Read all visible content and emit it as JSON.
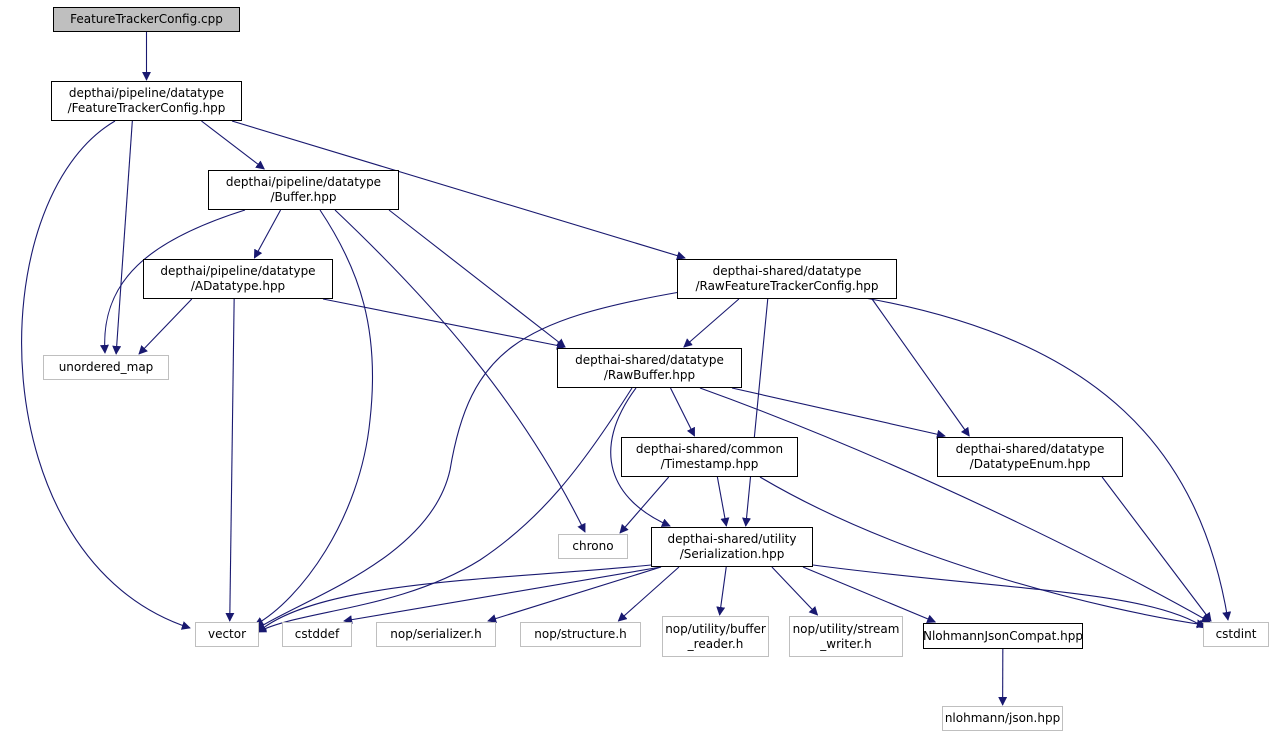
{
  "colors": {
    "edge": "#191970",
    "root_fill": "#bfbfbf",
    "external_border": "#bfbfbf",
    "local_border": "#000000"
  },
  "nodes": {
    "cpp": {
      "label": "FeatureTrackerConfig.cpp",
      "kind": "root"
    },
    "ftc_hpp": {
      "label": "depthai/pipeline/datatype\n/FeatureTrackerConfig.hpp",
      "kind": "local"
    },
    "buffer": {
      "label": "depthai/pipeline/datatype\n/Buffer.hpp",
      "kind": "local"
    },
    "raw_ftc": {
      "label": "depthai-shared/datatype\n/RawFeatureTrackerConfig.hpp",
      "kind": "local"
    },
    "adatatype": {
      "label": "depthai/pipeline/datatype\n/ADatatype.hpp",
      "kind": "local"
    },
    "unordered_map": {
      "label": "unordered_map",
      "kind": "external"
    },
    "rawbuffer": {
      "label": "depthai-shared/datatype\n/RawBuffer.hpp",
      "kind": "local"
    },
    "timestamp": {
      "label": "depthai-shared/common\n/Timestamp.hpp",
      "kind": "local"
    },
    "datatypeenum": {
      "label": "depthai-shared/datatype\n/DatatypeEnum.hpp",
      "kind": "local"
    },
    "chrono": {
      "label": "chrono",
      "kind": "external"
    },
    "serialization": {
      "label": "depthai-shared/utility\n/Serialization.hpp",
      "kind": "local"
    },
    "vector": {
      "label": "vector",
      "kind": "external"
    },
    "cstddef": {
      "label": "cstddef",
      "kind": "external"
    },
    "nop_serializer": {
      "label": "nop/serializer.h",
      "kind": "external"
    },
    "nop_structure": {
      "label": "nop/structure.h",
      "kind": "external"
    },
    "nop_buffer_reader": {
      "label": "nop/utility/buffer\n_reader.h",
      "kind": "external"
    },
    "nop_stream_writer": {
      "label": "nop/utility/stream\n_writer.h",
      "kind": "external"
    },
    "nlohmann_compat": {
      "label": "NlohmannJsonCompat.hpp",
      "kind": "local"
    },
    "cstdint": {
      "label": "cstdint",
      "kind": "external"
    },
    "nlohmann_json": {
      "label": "nlohmann/json.hpp",
      "kind": "external"
    }
  },
  "edges": [
    [
      "cpp",
      "ftc_hpp"
    ],
    [
      "ftc_hpp",
      "vector"
    ],
    [
      "ftc_hpp",
      "unordered_map"
    ],
    [
      "ftc_hpp",
      "buffer"
    ],
    [
      "ftc_hpp",
      "raw_ftc"
    ],
    [
      "buffer",
      "unordered_map"
    ],
    [
      "buffer",
      "adatatype"
    ],
    [
      "buffer",
      "vector"
    ],
    [
      "buffer",
      "chrono"
    ],
    [
      "buffer",
      "rawbuffer"
    ],
    [
      "adatatype",
      "unordered_map"
    ],
    [
      "adatatype",
      "vector"
    ],
    [
      "adatatype",
      "rawbuffer"
    ],
    [
      "raw_ftc",
      "vector"
    ],
    [
      "raw_ftc",
      "rawbuffer"
    ],
    [
      "raw_ftc",
      "serialization"
    ],
    [
      "raw_ftc",
      "datatypeenum"
    ],
    [
      "raw_ftc",
      "cstdint"
    ],
    [
      "rawbuffer",
      "vector"
    ],
    [
      "rawbuffer",
      "timestamp"
    ],
    [
      "rawbuffer",
      "serialization"
    ],
    [
      "rawbuffer",
      "datatypeenum"
    ],
    [
      "rawbuffer",
      "cstdint"
    ],
    [
      "timestamp",
      "chrono"
    ],
    [
      "timestamp",
      "serialization"
    ],
    [
      "timestamp",
      "cstdint"
    ],
    [
      "datatypeenum",
      "cstdint"
    ],
    [
      "serialization",
      "vector"
    ],
    [
      "serialization",
      "cstddef"
    ],
    [
      "serialization",
      "nop_serializer"
    ],
    [
      "serialization",
      "nop_structure"
    ],
    [
      "serialization",
      "nop_buffer_reader"
    ],
    [
      "serialization",
      "nop_stream_writer"
    ],
    [
      "serialization",
      "nlohmann_compat"
    ],
    [
      "serialization",
      "cstdint"
    ],
    [
      "nlohmann_compat",
      "nlohmann_json"
    ]
  ]
}
